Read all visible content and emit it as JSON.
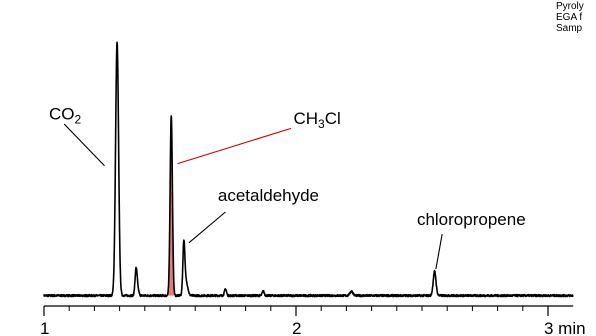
{
  "chart_data": {
    "type": "line",
    "xlabel": "",
    "ylabel": "",
    "xlim": [
      1.0,
      3.1
    ],
    "ylim": [
      0,
      100
    ],
    "grid": false,
    "x_ticks": [
      {
        "value": 1,
        "label": "1"
      },
      {
        "value": 2,
        "label": "2"
      },
      {
        "value": 3,
        "label": "3 min"
      }
    ],
    "corner_notes": [
      "Pyroly",
      "EGA f",
      "Samp"
    ],
    "baseline": 2.0,
    "series": [
      {
        "color": "#000000",
        "peaks": [
          {
            "x": 1.29,
            "height": 115,
            "width": 0.006
          },
          {
            "x": 1.365,
            "height": 10,
            "width": 0.004
          },
          {
            "x": 1.37,
            "height": 4,
            "width": 0.005
          },
          {
            "x": 1.505,
            "height": 82,
            "width": 0.0045
          },
          {
            "x": 1.555,
            "height": 24,
            "width": 0.004
          },
          {
            "x": 1.565,
            "height": 6,
            "width": 0.006
          },
          {
            "x": 1.72,
            "height": 3,
            "width": 0.004
          },
          {
            "x": 1.87,
            "height": 2,
            "width": 0.004
          },
          {
            "x": 2.22,
            "height": 2,
            "width": 0.006
          },
          {
            "x": 2.55,
            "height": 11,
            "width": 0.0055
          }
        ]
      }
    ],
    "highlight": {
      "x_from": 1.493,
      "x_to": 1.52,
      "color": "#e77a7a"
    },
    "annotations": [
      {
        "name": "co2-label",
        "parts": [
          {
            "t": "CO"
          },
          {
            "t": "2",
            "sub": true
          }
        ],
        "color": "#000000",
        "text_x": 1.02,
        "text_y": 82,
        "leader_from": [
          1.08,
          80
        ],
        "leader_to": [
          1.24,
          61
        ]
      },
      {
        "name": "ch3cl-label",
        "parts": [
          {
            "t": "CH"
          },
          {
            "t": "3",
            "sub": true
          },
          {
            "t": "Cl"
          }
        ],
        "color": "#d40000",
        "text_x": 1.99,
        "text_y": 80,
        "leader_from": [
          1.98,
          78
        ],
        "leader_to": [
          1.53,
          62
        ]
      },
      {
        "name": "acetaldehyde-label",
        "parts": [
          {
            "t": "acetaldehyde"
          }
        ],
        "color": "#000000",
        "text_x": 1.69,
        "text_y": 45,
        "leader_from": [
          1.72,
          40
        ],
        "leader_to": [
          1.575,
          26
        ]
      },
      {
        "name": "chloropropene-label",
        "parts": [
          {
            "t": "chloropropene"
          }
        ],
        "color": "#000000",
        "text_x": 2.48,
        "text_y": 34,
        "leader_from": [
          2.58,
          30
        ],
        "leader_to": [
          2.555,
          14
        ]
      }
    ]
  }
}
